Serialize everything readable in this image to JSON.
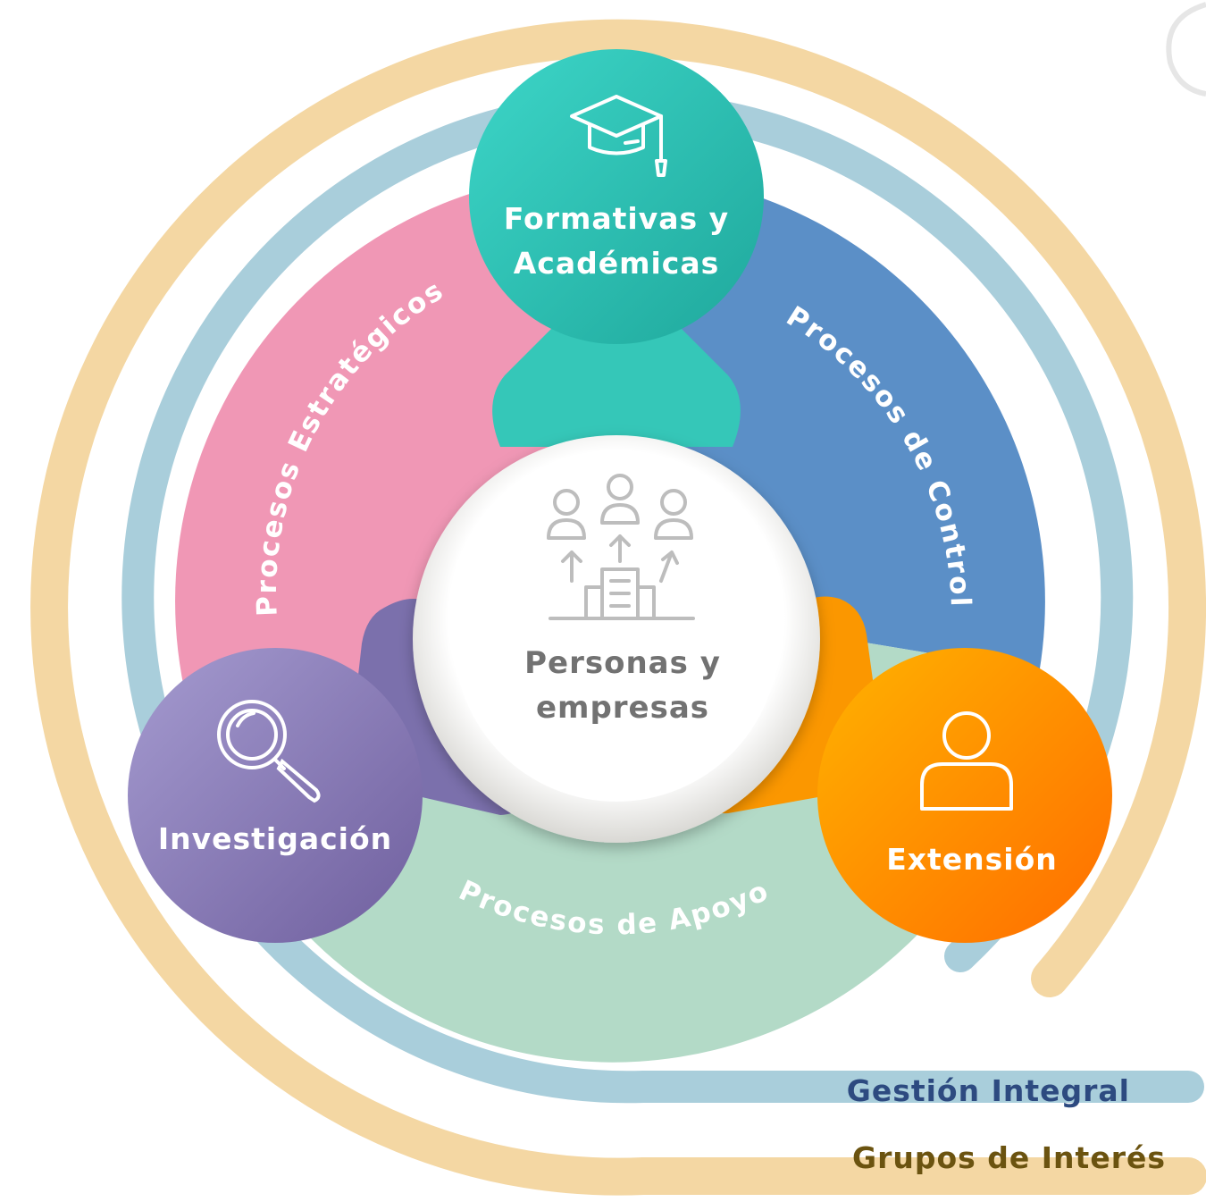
{
  "center": {
    "line1": "Personas y",
    "line2": "empresas",
    "icon": "people-organization-icon"
  },
  "nodes": {
    "formativas": {
      "line1": "Formativas y",
      "line2": "Académicas",
      "icon": "graduation-cap-icon",
      "color": "#2bbfb2"
    },
    "investigacion": {
      "label": "Investigación",
      "icon": "magnifier-icon",
      "color": "#8e82b8"
    },
    "extension": {
      "label": "Extensión",
      "icon": "person-icon",
      "color": "#ff8a00"
    }
  },
  "arcs": {
    "estrategicos": {
      "label": "Procesos Estratégicos",
      "color": "#f097b5"
    },
    "control": {
      "label": "Procesos de Control",
      "color": "#5b8fc7"
    },
    "apoyo": {
      "label": "Procesos de Apoyo",
      "color": "#b3dac7"
    }
  },
  "bands": {
    "gestion": {
      "label": "Gestión Integral",
      "color": "#a9cedb",
      "text_color": "#2d4a80"
    },
    "grupos": {
      "label": "Grupos de Interés",
      "color": "#f4d7a3",
      "text_color": "#6b5310"
    }
  }
}
